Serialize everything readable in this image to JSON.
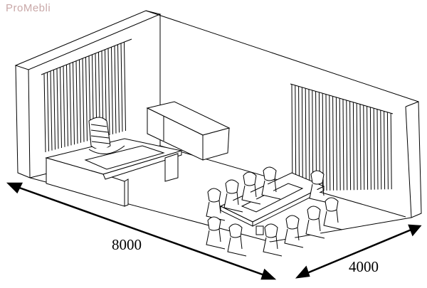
{
  "watermark": "ProMebli",
  "dimensions": {
    "length": "8000",
    "width": "4000"
  }
}
